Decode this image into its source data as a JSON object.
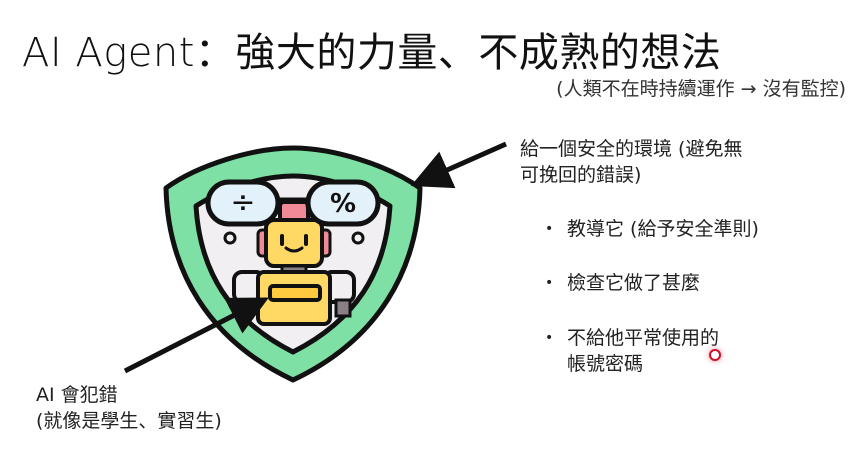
{
  "slide": {
    "title": "AI Agent：強大的力量、不成熟的想法",
    "subtitle": "(人類不在時持續運作 → 沒有監控)"
  },
  "annotations": {
    "environment_line1": "給一個安全的環境 (避免無",
    "environment_line2": "可挽回的錯誤)",
    "ai_mistakes_line1": "AI 會犯錯",
    "ai_mistakes_line2": "(就像是學生、實習生)"
  },
  "bullets": [
    {
      "text": "教導它 (給予安全準則)"
    },
    {
      "text": "檢查它做了甚麼"
    },
    {
      "text_line1": "不給他平常使用的",
      "text_line2": "帳號密碼"
    }
  ],
  "illustration": {
    "name": "robot-shield-icon",
    "left_lens_symbol": "÷",
    "right_lens_symbol": "%",
    "colors": {
      "shield_green": "#7EE0A4",
      "shield_inner": "#F1EFF2",
      "robot_yellow": "#FFD964",
      "lens_blue": "#E3F1FB",
      "antenna_pink": "#EF8A96",
      "outline": "#111111"
    }
  },
  "cursor": {
    "color": "#D0102A"
  }
}
